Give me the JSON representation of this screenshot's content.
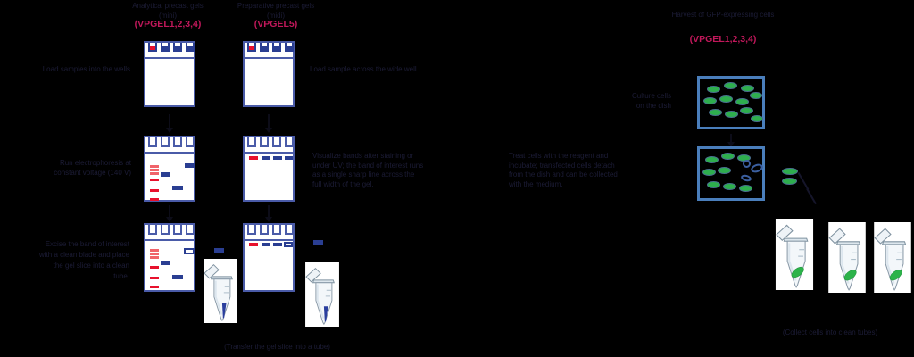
{
  "figure": {
    "left": {
      "col1_title_1": "Analytical precast gels",
      "col1_title_2": "(mini)",
      "col1_catalog": "(VPGEL1,2,3,4)",
      "col2_title_1": "Preparative precast gels",
      "col2_title_2": "(midi)",
      "col2_catalog": "(VPGEL5)",
      "step1_left": "Load samples into the wells",
      "step1_right": "Load sample across the wide well",
      "step2_left": [
        "Run electrophoresis at",
        "constant voltage (140 V)"
      ],
      "step2_right": [
        "Visualize bands after staining or",
        "under UV; the band of interest runs",
        "as a single sharp line across the",
        "full width of the gel."
      ],
      "step3_left": [
        "Excise the band of interest",
        "with a clean blade and place",
        "the gel slice into a clean",
        "tube."
      ],
      "caption": "(Transfer the gel slice into a tube)"
    },
    "right": {
      "title": "Harvest of GFP-expressing cells",
      "catalog": "(VPGEL1,2,3,4)",
      "plate1_label": [
        "Culture cells",
        "on the dish"
      ],
      "description": [
        "Treat cells with the reagent and",
        "incubate; transfected cells detach",
        "from the dish and can be collected",
        "with the medium."
      ],
      "caption": "(Collect cells into clean tubes)"
    },
    "colors": {
      "background": "#000000",
      "accent_catalog_red": "#C2185B",
      "band_red": "#E8112D",
      "marker_pink": "#F0636A",
      "band_navy": "#2A3E92",
      "gel_border_blue": "#4A5BA8",
      "plate_border_blue": "#4A7EBB",
      "cell_green": "#2EAE4E",
      "tube_liquid_blue": "#2B3F9E",
      "tube_pellet_green": "#2CB34A",
      "dim_text": "#1c1c36"
    }
  }
}
